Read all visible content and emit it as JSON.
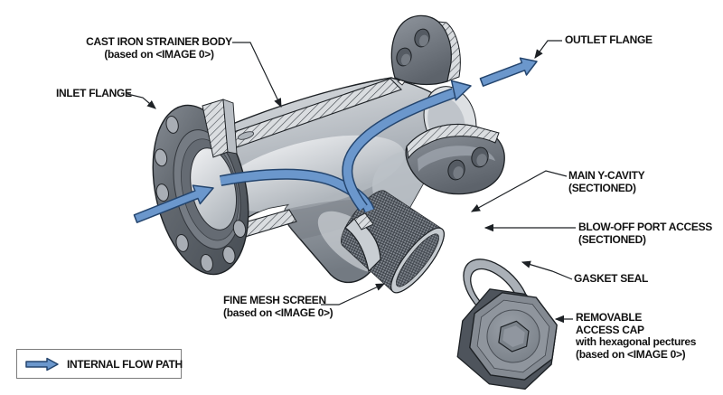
{
  "diagram": {
    "title_hint": "Y-strainer cutaway technical diagram",
    "labels": {
      "cast_iron_body": {
        "line1": "CAST IRON STRAINER BODY",
        "line2": "(based on <IMAGE 0>)"
      },
      "inlet_flange": {
        "line1": "INLET FLANGE"
      },
      "outlet_flange": {
        "line1": "OUTLET FLANGE"
      },
      "main_y_cavity": {
        "line1": "MAIN Y-CAVITY",
        "line2": "(SECTIONED)"
      },
      "blow_off_port": {
        "line1": "BLOW-OFF PORT ACCESS",
        "line2": "(SECTIONED)"
      },
      "gasket_seal": {
        "line1": "GASKET SEAL"
      },
      "removable_access_cap": {
        "line1": "REMOVABLE",
        "line2": "ACCESS CAP",
        "line3": "with hexagonal pectures",
        "line4": "(based on <IMAGE 0>)"
      },
      "fine_mesh_screen": {
        "line1": "FINE MESH SCREEN",
        "line2": "(based on <IMAGE 0>)"
      }
    },
    "legend": {
      "label": "INTERNAL FLOW PATH"
    },
    "colors": {
      "background": "#ffffff",
      "flow_arrow_fill": "#6b97cc",
      "flow_arrow_stroke": "#24456e",
      "body_light": "#d6d9dd",
      "body_mid": "#a8aeb5",
      "body_dark": "#5f656d",
      "outline": "#1d2125",
      "label_text": "#121212"
    }
  }
}
